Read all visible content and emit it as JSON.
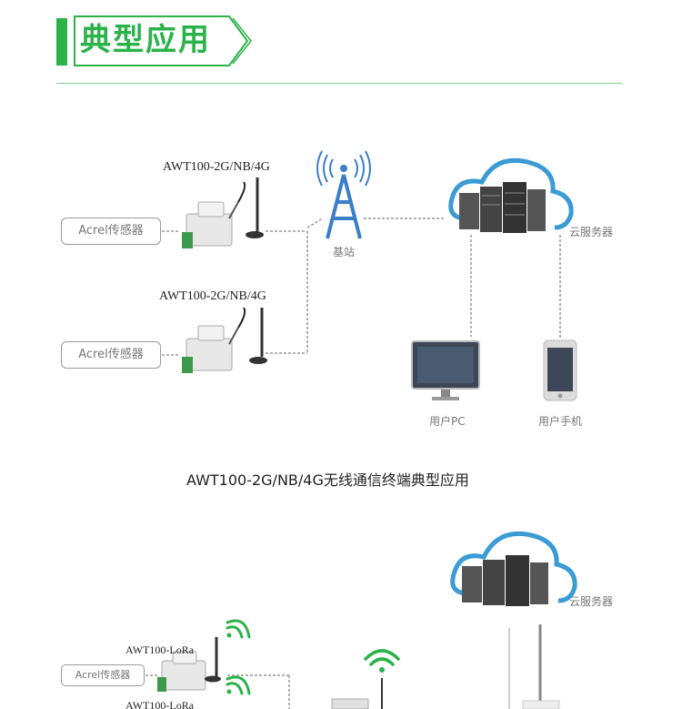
{
  "header": {
    "title": "典型应用"
  },
  "diagram1": {
    "sensors": [
      "Acrel传感器",
      "Acrel传感器"
    ],
    "devices": [
      "AWT100-2G/NB/4G",
      "AWT100-2G/NB/4G"
    ],
    "base_station": "基站",
    "cloud": "云服务器",
    "pc": "用户PC",
    "phone": "用户手机",
    "caption": "AWT100-2G/NB/4G无线通信终端典型应用"
  },
  "diagram2": {
    "sensor": "Acrel传感器",
    "device": "AWT100-LoRa",
    "device2": "AWT100-LoRa",
    "cloud": "云服务器"
  },
  "colors": {
    "accent": "#2bb34a",
    "cloud": "#3a9bd5",
    "antenna": "#3a7ec8"
  }
}
